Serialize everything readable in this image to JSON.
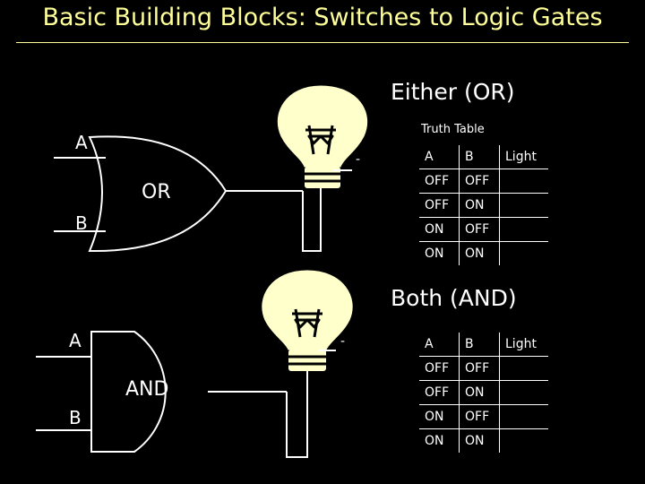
{
  "title": "Basic Building Blocks: Switches to Logic Gates",
  "or_section": {
    "heading": "Either (OR)",
    "gate_label": "OR",
    "input_a": "A",
    "input_b": "B",
    "truth_table_caption": "Truth Table",
    "table": {
      "headers": [
        "A",
        "B",
        "Light"
      ],
      "rows": [
        [
          "OFF",
          "OFF",
          ""
        ],
        [
          "OFF",
          "ON",
          ""
        ],
        [
          "ON",
          "OFF",
          ""
        ],
        [
          "ON",
          "ON",
          ""
        ]
      ]
    },
    "bulb_symbols": {
      "minus": "-"
    }
  },
  "and_section": {
    "heading": "Both (AND)",
    "gate_label": "AND",
    "input_a": "A",
    "input_b": "B",
    "table": {
      "headers": [
        "A",
        "B",
        "Light"
      ],
      "rows": [
        [
          "OFF",
          "OFF",
          ""
        ],
        [
          "OFF",
          "ON",
          ""
        ],
        [
          "ON",
          "OFF",
          ""
        ],
        [
          "ON",
          "ON",
          ""
        ]
      ]
    },
    "bulb_symbols": {
      "minus": "-"
    }
  },
  "colors": {
    "title": "#ffff99",
    "bulb": "#ffffcc",
    "lines": "#ffffff",
    "background": "#000000"
  }
}
